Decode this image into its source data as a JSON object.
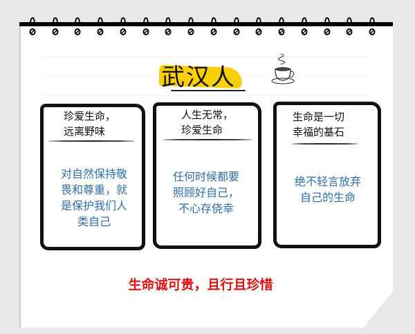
{
  "title": "武汉人",
  "cards": [
    {
      "heading": [
        "珍爱生命，",
        "远离野味"
      ],
      "body": [
        "对自然保持敬",
        "畏和尊重，就",
        "是保护我们人",
        "类自己"
      ]
    },
    {
      "heading": [
        "人生无常，",
        "珍爱生命"
      ],
      "body": [
        "任何时候都要",
        "照顾好自己，",
        "不心存侥幸"
      ]
    },
    {
      "heading": [
        "生命是一切",
        "幸福的基石"
      ],
      "body": [
        "绝不轻言放弃",
        "自己的生命"
      ]
    }
  ],
  "footer": "生命诚可贵，且行且珍惜",
  "colors": {
    "highlight": "#f9cf00",
    "body_text": "#2f6ea8",
    "footer_text": "#e01010"
  }
}
